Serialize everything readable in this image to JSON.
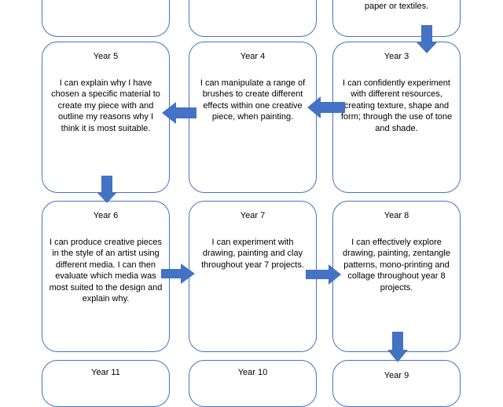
{
  "colors": {
    "border": "#4472c4",
    "arrow": "#4472c4"
  },
  "row0": {
    "col3_text": "different items and print onto paper or textiles."
  },
  "boxes": {
    "year5": {
      "title": "Year 5",
      "text": "I can explain why I have chosen a specific material to create my piece with and outline my reasons why I think it is most suitable."
    },
    "year4": {
      "title": "Year 4",
      "text": "I can manipulate a range of brushes to create different effects within one creative piece, when painting."
    },
    "year3": {
      "title": "Year 3",
      "text": "I can confidently experiment with different resources, creating texture, shape and form; through the use of tone and shade."
    },
    "year6": {
      "title": "Year 6",
      "text": "I can produce creative pieces in the style of an artist using different media. I can then evaluate which media was most suited to the design and explain why."
    },
    "year7": {
      "title": "Year 7",
      "text": "I can experiment with drawing, painting and clay throughout year 7 projects."
    },
    "year8": {
      "title": "Year 8",
      "text": "I can effectively explore drawing, painting, zentangle patterns, mono-printing and collage throughout year 8 projects."
    },
    "year11": {
      "title": "Year 11"
    },
    "year10": {
      "title": "Year 10"
    },
    "year9": {
      "title": "Year 9"
    }
  }
}
